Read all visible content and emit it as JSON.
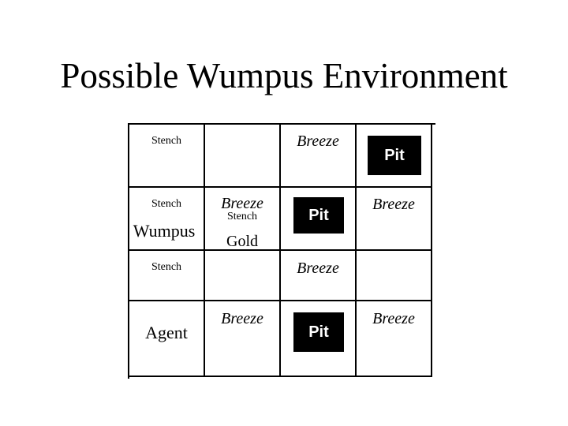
{
  "title": "Possible Wumpus Environment",
  "cells": {
    "r1c1": {
      "stench": "Stench"
    },
    "r1c3": {
      "breeze": "Breeze"
    },
    "r1c4": {
      "pit": "Pit"
    },
    "r2c1": {
      "stench": "Stench",
      "wumpus": "Wumpus"
    },
    "r2c2": {
      "breeze": "Breeze",
      "stench": "Stench",
      "gold": "Gold"
    },
    "r2c3": {
      "pit": "Pit"
    },
    "r2c4": {
      "breeze": "Breeze"
    },
    "r3c1": {
      "stench": "Stench"
    },
    "r3c3": {
      "breeze": "Breeze"
    },
    "r4c1": {
      "agent": "Agent"
    },
    "r4c2": {
      "breeze": "Breeze"
    },
    "r4c3": {
      "pit": "Pit"
    },
    "r4c4": {
      "breeze": "Breeze"
    }
  }
}
